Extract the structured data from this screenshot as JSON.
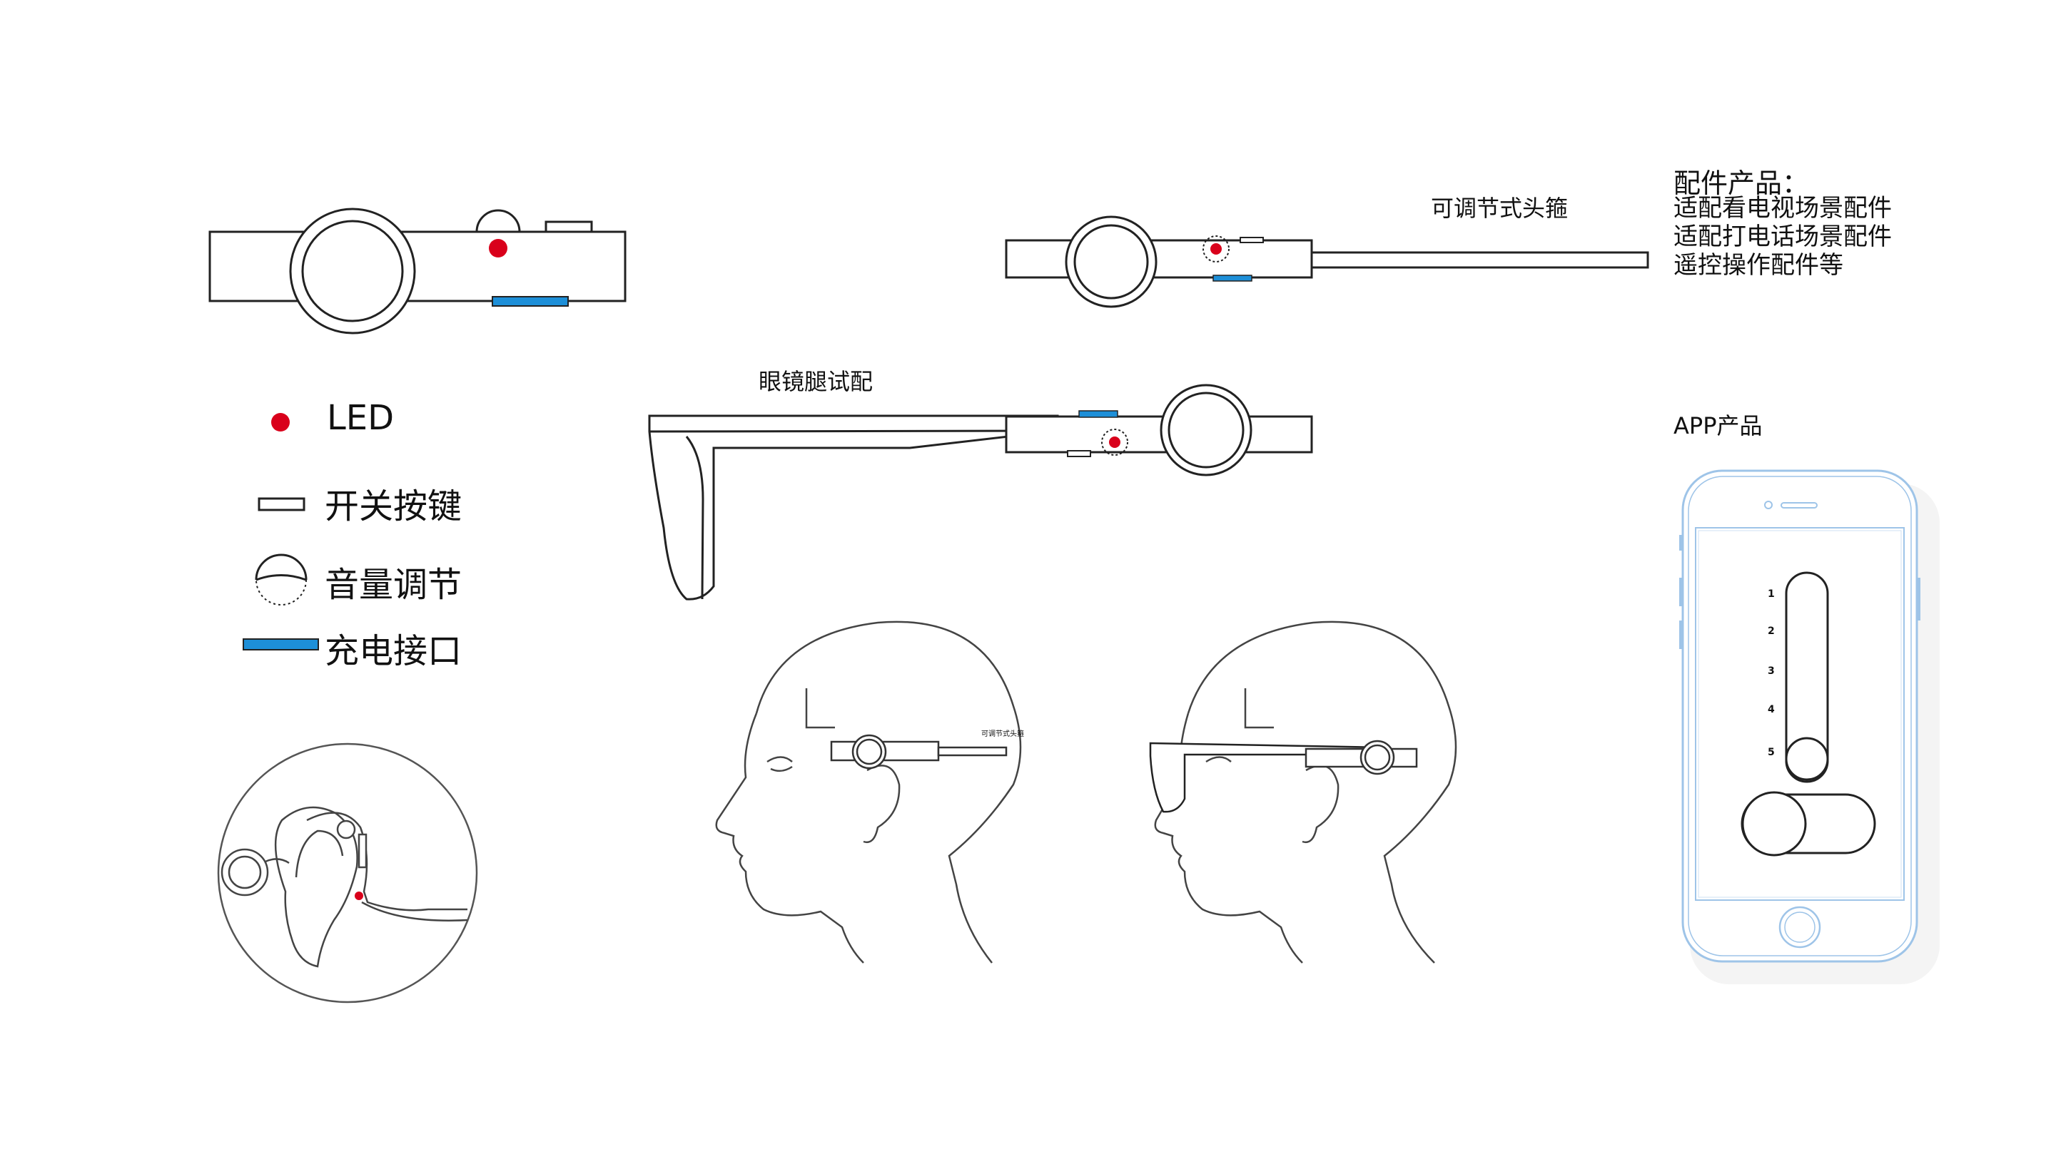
{
  "legend": {
    "led": "LED",
    "power_button": "开关按键",
    "volume": "音量调节",
    "charging_port": "充电接口"
  },
  "labels": {
    "headband": "可调节式头箍",
    "glasses_fit": "眼镜腿试配",
    "headband_small": "可调节式头箍",
    "app": "APP产品"
  },
  "accessories": {
    "title": "配件产品：",
    "lines": [
      "适配看电视场景配件",
      "适配打电话场景配件",
      "遥控操作配件等"
    ]
  },
  "app_slider": {
    "ticks": [
      "1",
      "2",
      "3",
      "4",
      "5"
    ]
  },
  "colors": {
    "led": "#d9001b",
    "port": "#1d8fd8",
    "stroke": "#222222",
    "phone": "#9ec4e8"
  }
}
